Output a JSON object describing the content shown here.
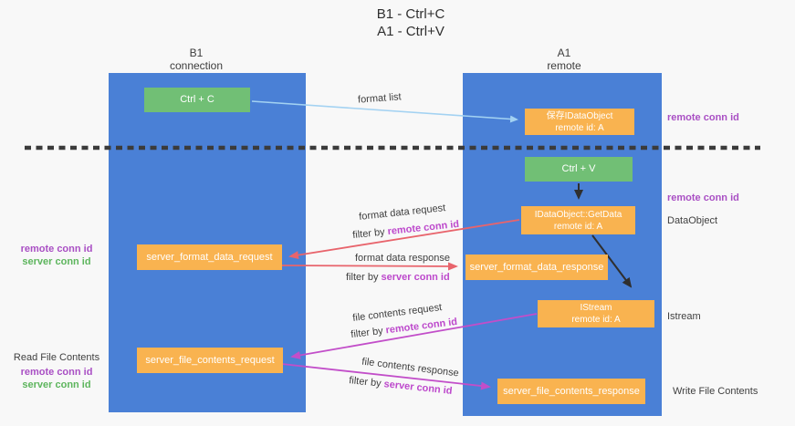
{
  "title": {
    "line1": "B1 - Ctrl+C",
    "line2": "A1 - Ctrl+V"
  },
  "columns": {
    "left": {
      "name": "B1",
      "role": "connection"
    },
    "right": {
      "name": "A1",
      "role": "remote"
    }
  },
  "boxes": {
    "ctrl_c": {
      "label": "Ctrl + C"
    },
    "ctrl_v": {
      "label": "Ctrl + V"
    },
    "save_dataobject": {
      "line1": "保存IDataObject",
      "line2": "remote id: A"
    },
    "getdata": {
      "line1": "IDataObject::GetData",
      "line2": "remote id: A"
    },
    "istream": {
      "line1": "IStream",
      "line2": "remote id: A"
    },
    "format_request": {
      "label": "server_format_data_request"
    },
    "format_response": {
      "label": "server_format_data_response"
    },
    "file_request": {
      "label": "server_file_contents_request"
    },
    "file_response": {
      "label": "server_file_contents_response"
    }
  },
  "mid_labels": {
    "format_list": "format list",
    "format_data_request": "format data request",
    "filter_req_prefix": "filter by ",
    "filter_req_colored": "remote conn id",
    "format_data_response": "format data response",
    "filter_resp_prefix": "filter by ",
    "filter_resp_colored": "server conn id",
    "file_contents_request": "file contents request",
    "file_filter_req_prefix": "filter by ",
    "file_filter_req_colored": "remote conn id",
    "file_contents_response": "file contents response",
    "file_filter_resp_prefix": "filter by ",
    "file_filter_resp_colored": "server conn id"
  },
  "left_margin_labels": {
    "remote_conn_id_1": "remote conn id",
    "server_conn_id_1": "server conn id",
    "read_file_contents": "Read File Contents",
    "remote_conn_id_2": "remote conn id",
    "server_conn_id_2": "server conn id"
  },
  "right_margin_labels": {
    "remote_conn_id_1": "remote conn id",
    "remote_conn_id_2": "remote conn id",
    "dataobject": "DataObject",
    "istream": "Istream",
    "write_file_contents": "Write File Contents"
  },
  "colors": {
    "lifeline_blue": "#4a80d6",
    "node_orange": "#f9b350",
    "node_green": "#71bf75",
    "arrow_red": "#e8646c",
    "arrow_magenta": "#c24ec9",
    "arrow_lightblue": "#a3d2f2",
    "arrow_black": "#2f2f2f",
    "label_purple": "#a94fc4",
    "label_green": "#5db55d",
    "dashed_line": "#3b3b3b"
  }
}
